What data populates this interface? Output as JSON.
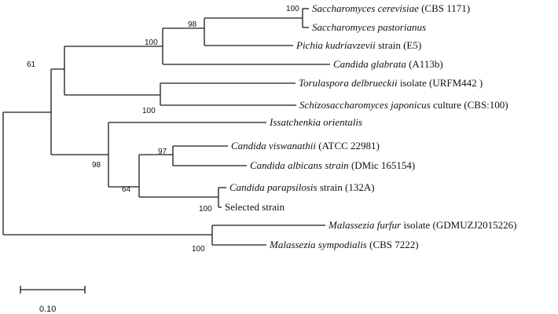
{
  "tree": {
    "leaves": {
      "s_cerevisiae": {
        "italic": "Saccharomyces cerevisiae",
        "rest": " (CBS 1171)"
      },
      "s_pastorianus": {
        "italic": "Saccharomyces pastorianus",
        "rest": ""
      },
      "p_kudriavzevii": {
        "italic": "Pichia kudriavzevii",
        "rest": " strain (E5)"
      },
      "c_glabrata": {
        "italic": "Candida glabrata",
        "rest": " (A113b)"
      },
      "t_delbrueckii": {
        "italic": "Torulaspora delbrueckii",
        "rest": " isolate (URFM442 )"
      },
      "s_japonicus": {
        "italic": "Schizosaccharomyces japonicus",
        "rest": " culture (CBS:100)"
      },
      "i_orientalis": {
        "italic": "Issatchenkia orientalis",
        "rest": ""
      },
      "c_viswanathii": {
        "italic": "Candida viswanathii",
        "rest": " (ATCC 22981)"
      },
      "c_albicans": {
        "italic": "Candida albicans strain",
        "rest": " (DMic 165154)"
      },
      "c_parapsilosis": {
        "italic": "Candida parapsilosis",
        "rest": " strain (132A)"
      },
      "selected": {
        "italic": "",
        "rest": "Selected strain"
      },
      "m_furfur": {
        "italic": "Malassezia furfur",
        "rest": " isolate (GDMUZJ2015226)"
      },
      "m_sympodialis": {
        "italic": "Malassezia sympodialis",
        "rest": " (CBS 7222)"
      }
    },
    "bootstrap": {
      "saccharomyces": "100",
      "sacch_pichia": "98",
      "sacch_group": "100",
      "ascomycetes": "61",
      "tor_schizo": "100",
      "viswanathii_albicans": "97",
      "candida_main": "98",
      "candida_sub": "64",
      "parapsilosis_selected": "100",
      "malassezia": "100"
    },
    "scale_bar": {
      "value": "0.10"
    }
  }
}
